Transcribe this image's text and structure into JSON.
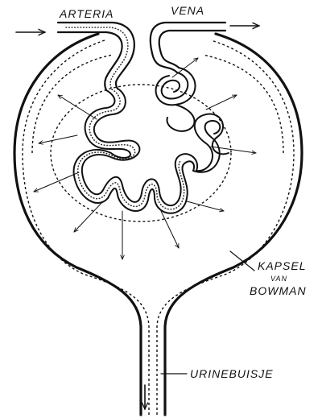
{
  "labels": {
    "arteria": "ARTERIA",
    "vena": "VENA",
    "kapsel": "KAPSEL",
    "van": "VAN",
    "bowman": "BOWMAN",
    "urinebuisje": "URINEBUISJE"
  },
  "colors": {
    "ink": "#111111",
    "paper": "#ffffff"
  }
}
